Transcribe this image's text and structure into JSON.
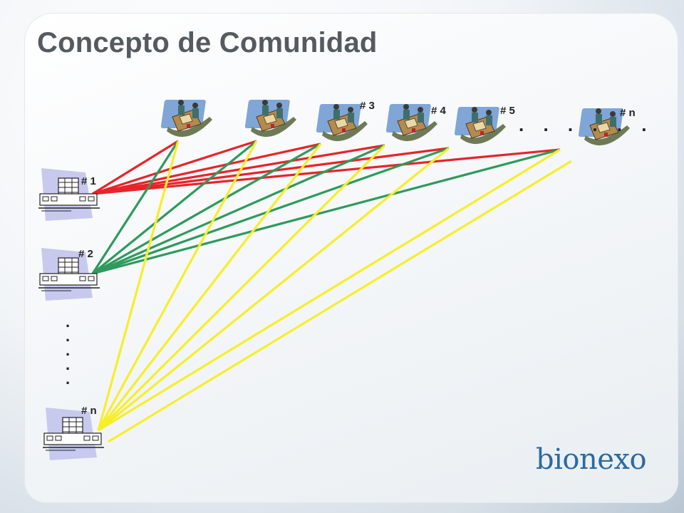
{
  "slide": {
    "title": "Concepto de Comunidad",
    "logo_text": "bionexo"
  },
  "suppliers": [
    {
      "id": "s1",
      "label": ""
    },
    {
      "id": "s2",
      "label": ""
    },
    {
      "id": "s3",
      "label": "# 3"
    },
    {
      "id": "s4",
      "label": "# 4"
    },
    {
      "id": "s5",
      "label": "# 5"
    },
    {
      "id": "sn",
      "label": "# n"
    }
  ],
  "buyers": [
    {
      "id": "b1",
      "label": "# 1"
    },
    {
      "id": "b2",
      "label": "# 2"
    },
    {
      "id": "bn",
      "label": "# n"
    }
  ],
  "ellipsis": {
    "horizontal": ". . . . . .",
    "vertical": ". . . . ."
  },
  "colors": {
    "buyer_1_links": "#e8232a",
    "buyer_2_links": "#2e9a5c",
    "buyer_n_links": "#f7ee2a",
    "title": "#555a60",
    "logo": "#2c6aa0"
  }
}
